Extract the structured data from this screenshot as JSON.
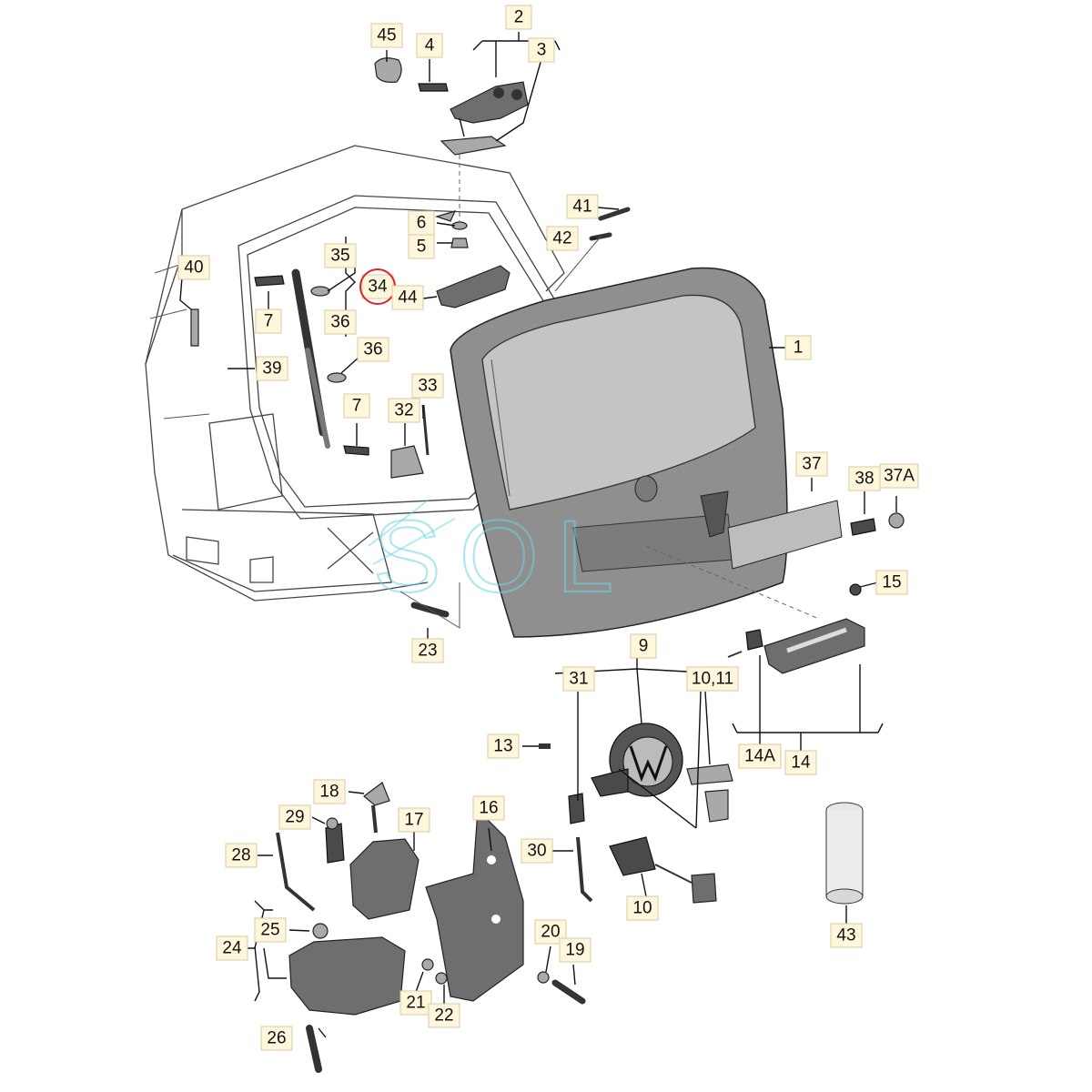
{
  "watermark": "SOL",
  "labels": {
    "l1": "1",
    "l2": "2",
    "l3": "3",
    "l4": "4",
    "l5": "5",
    "l6": "6",
    "l7a": "7",
    "l7b": "7",
    "l9": "9",
    "l10": "10",
    "l10_11": "10,11",
    "l13": "13",
    "l14": "14",
    "l14a": "14A",
    "l15": "15",
    "l16": "16",
    "l17": "17",
    "l18": "18",
    "l19": "19",
    "l20": "20",
    "l21": "21",
    "l22": "22",
    "l23": "23",
    "l24": "24",
    "l25": "25",
    "l26": "26",
    "l28": "28",
    "l29": "29",
    "l30": "30",
    "l31": "31",
    "l32": "32",
    "l33": "33",
    "l34": "34",
    "l35": "35",
    "l36a": "36",
    "l36b": "36",
    "l37": "37",
    "l37a": "37A",
    "l38": "38",
    "l39": "39",
    "l40": "40",
    "l41": "41",
    "l42": "42",
    "l43": "43",
    "l44": "44",
    "l45": "45"
  },
  "highlight": {
    "part": "34",
    "color": "#e0242a"
  },
  "colors": {
    "label_fill": "#fff7dc",
    "part_gray": "#6e6e6e",
    "watermark": "#6fd3e6"
  }
}
